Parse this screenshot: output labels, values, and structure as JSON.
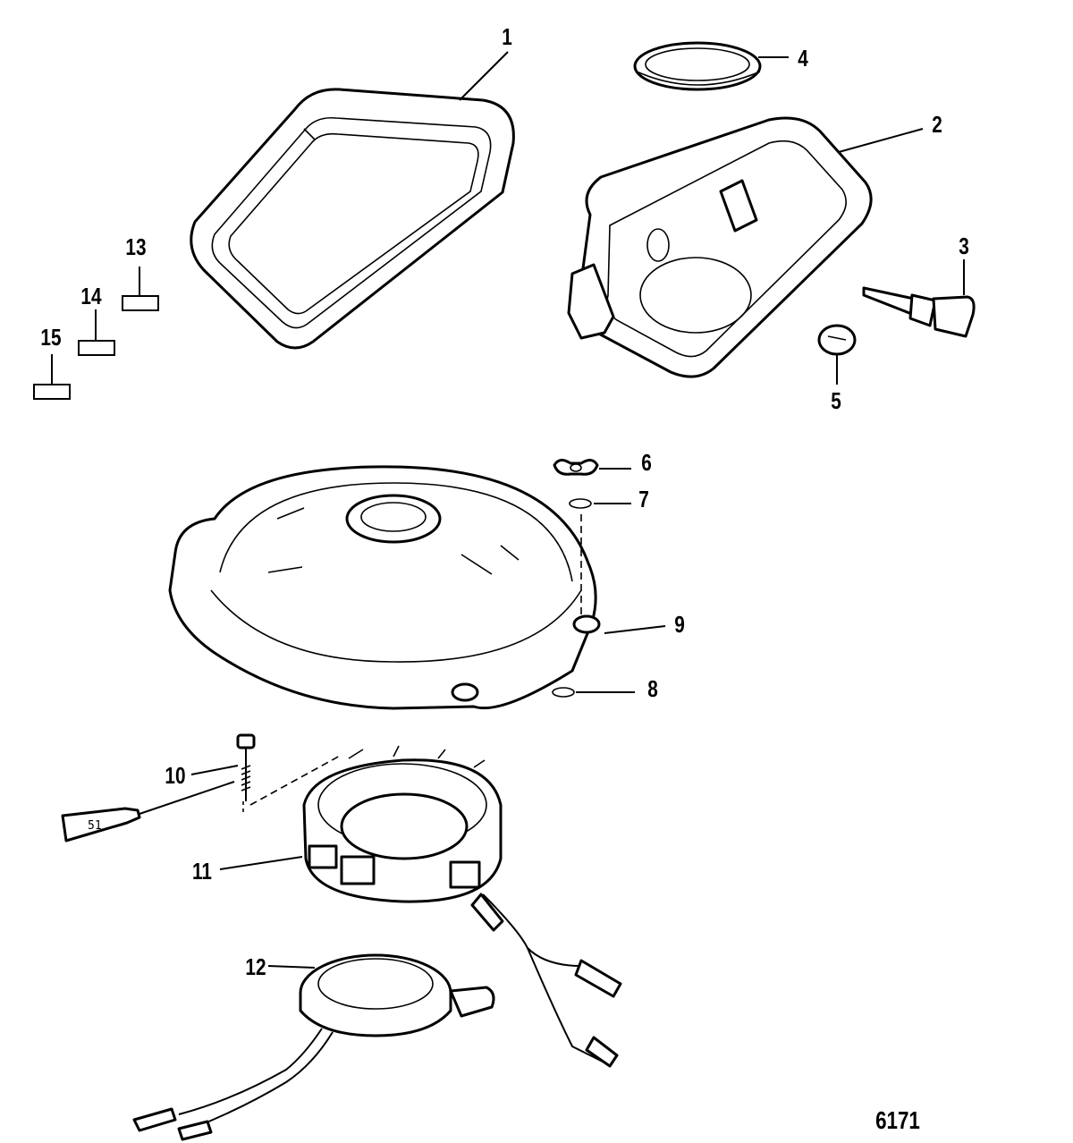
{
  "callouts": {
    "c1": "1",
    "c2": "2",
    "c3": "3",
    "c4": "4",
    "c5": "5",
    "c6": "6",
    "c7": "7",
    "c8": "8",
    "c9": "9",
    "c10": "10",
    "c11": "11",
    "c12": "12",
    "c13": "13",
    "c14": "14",
    "c15": "15"
  },
  "sealant_tube_label": "51",
  "figure_number": "6171"
}
